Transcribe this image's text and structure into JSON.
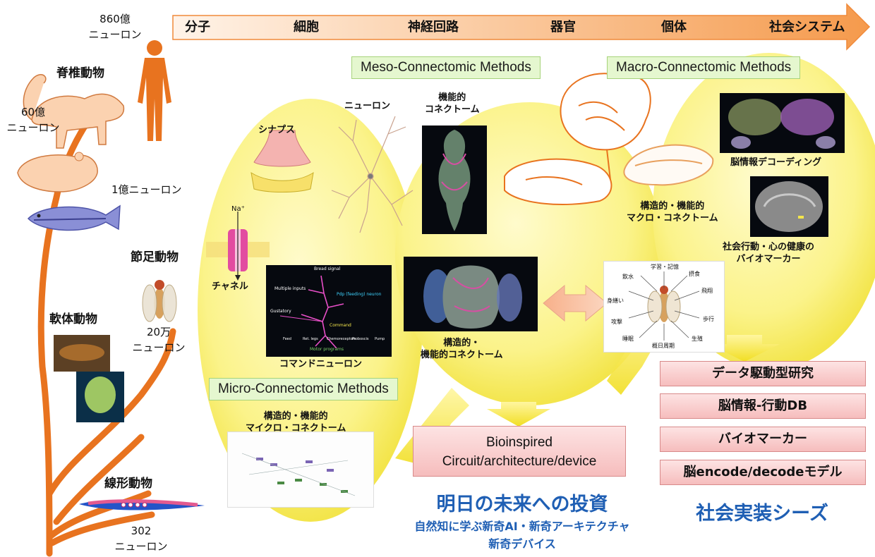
{
  "scale_axis": {
    "items": [
      "分子",
      "細胞",
      "神経回路",
      "器官",
      "個体",
      "社会システム"
    ]
  },
  "species": {
    "human": {
      "count": "860億",
      "unit": "ニューロン"
    },
    "vertebrate": {
      "label": "脊椎動物",
      "count": "60億",
      "unit": "ニューロン"
    },
    "mouse": {
      "text": "1億ニューロン"
    },
    "arthropod": {
      "label": "節足動物",
      "count": "20万",
      "unit": "ニューロン"
    },
    "mollusc": {
      "label": "軟体動物"
    },
    "nematode": {
      "label": "線形動物",
      "count": "302",
      "unit": "ニューロン"
    }
  },
  "methods": {
    "meso": "Meso-Connectomic Methods",
    "macro": "Macro-Connectomic Methods",
    "micro": "Micro-Connectomic Methods"
  },
  "labels": {
    "synapse": "シナプス",
    "neuron": "ニューロン",
    "functional_line1": "機能的",
    "functional_line2": "コネクトーム",
    "channel": "チャネル",
    "na": "Na⁺",
    "command_neuron": "コマンドニューロン",
    "struct_func_line1": "構造的・",
    "struct_func_line2": "機能的コネクトーム",
    "macro_line1": "構造的・機能的",
    "macro_line2": "マクロ・コネクトーム",
    "decoding": "脳情報デコーディング",
    "biomarker_line1": "社会行動・心の健康の",
    "biomarker_line2": "バイオマーカー",
    "micro_line1": "構造的・機能的",
    "micro_line2": "マイクロ・コネクトーム"
  },
  "command_panel": {
    "top": "Bread signal",
    "pdp": "Pdp (feeding) neuron",
    "left1": "Multiple inputs",
    "left2": "Gustatory",
    "center": "Command",
    "bottom": "Motor programs",
    "b1": "Feed",
    "b2": "Ret. legs",
    "b3": "Chemoreceptors",
    "b4": "Proboscis",
    "b5": "Pump"
  },
  "behaviors": [
    "学習・記憶",
    "摂食",
    "飛翔",
    "歩行",
    "生殖",
    "概日周期",
    "睡眠",
    "攻撃",
    "身繕い",
    "飲水"
  ],
  "bioinspired": {
    "line1": "Bioinspired",
    "line2": "Circuit/architecture/device"
  },
  "investment": {
    "title": "明日の未来への投資",
    "sub1": "自然知に学ぶ新奇AI・新奇アーキテクチャ",
    "sub2": "新奇デバイス"
  },
  "seeds": {
    "boxes": [
      "データ駆動型研究",
      "脳情報-行動DB",
      "バイオマーカー",
      "脳encode/decodeモデル"
    ],
    "title": "社会実装シーズ"
  },
  "colors": {
    "tree": "#e8731f",
    "accent_blue": "#1f5fb4",
    "method_bg": "#e5f7cf",
    "seed_bg": "#f6bdbd"
  }
}
